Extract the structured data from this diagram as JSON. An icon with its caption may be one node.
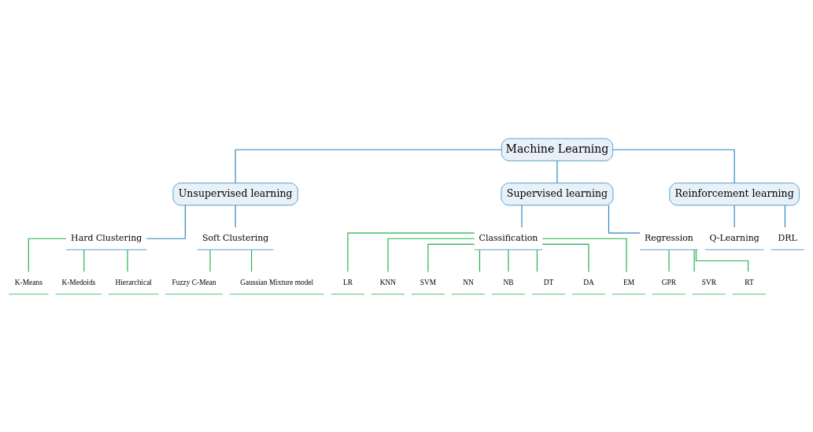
{
  "diagram": {
    "nodes": [
      {
        "text": [
          "Machine Learning"
        ]
      },
      {
        "text": [
          "Unsupervised learning"
        ]
      },
      {
        "text": [
          "Supervised learning"
        ]
      },
      {
        "text": [
          "Reinforcement learning"
        ]
      },
      {
        "text": [
          "Hard Clustering"
        ]
      },
      {
        "text": [
          "Soft Clustering"
        ]
      },
      {
        "text": [
          "Classification"
        ]
      },
      {
        "text": [
          "Regression"
        ]
      },
      {
        "text": [
          "Q-Learning"
        ]
      },
      {
        "text": [
          "DRL"
        ]
      },
      {
        "text": [
          "K-Means"
        ]
      },
      {
        "text": [
          "K-Medoids"
        ]
      },
      {
        "text": [
          "Hierarchical"
        ]
      },
      {
        "text": [
          "Fuzzy C-Mean"
        ]
      },
      {
        "text": [
          "Gaussian Mixture model"
        ]
      },
      {
        "text": [
          "LR"
        ]
      },
      {
        "text": [
          "KNN"
        ]
      },
      {
        "text": [
          "SVM"
        ]
      },
      {
        "text": [
          "NN"
        ]
      },
      {
        "text": [
          "NB"
        ]
      },
      {
        "text": [
          "DT"
        ]
      },
      {
        "text": [
          "DA"
        ]
      },
      {
        "text": [
          "EM"
        ]
      },
      {
        "text": [
          "GPR"
        ]
      },
      {
        "text": [
          "SVR"
        ]
      },
      {
        "text": [
          "RT"
        ]
      }
    ],
    "edges": [
      {
        "from": 0,
        "to": 1,
        "arrow": "none",
        "color": "#2e86c1"
      },
      {
        "from": 0,
        "to": 2,
        "arrow": "none",
        "color": "#2e86c1"
      },
      {
        "from": 0,
        "to": 3,
        "arrow": "none",
        "color": "#2e86c1"
      },
      {
        "from": 1,
        "to": 4,
        "arrow": "none",
        "color": "#2e86c1"
      },
      {
        "from": 1,
        "to": 5,
        "arrow": "none",
        "color": "#2e86c1"
      },
      {
        "from": 2,
        "to": 6,
        "arrow": "none",
        "color": "#2e86c1"
      },
      {
        "from": 2,
        "to": 7,
        "arrow": "none",
        "color": "#2e86c1"
      },
      {
        "from": 3,
        "to": 8,
        "arrow": "none",
        "color": "#2e86c1"
      },
      {
        "from": 3,
        "to": 9,
        "arrow": "none",
        "color": "#2e86c1"
      },
      {
        "from": 4,
        "to": 10,
        "arrow": "none"
      },
      {
        "from": 4,
        "to": 11,
        "arrow": "none"
      },
      {
        "from": 4,
        "to": 12,
        "arrow": "none"
      },
      {
        "from": 5,
        "to": 13,
        "arrow": "none"
      },
      {
        "from": 5,
        "to": 14,
        "arrow": "none"
      },
      {
        "from": 6,
        "to": 15,
        "arrow": "none"
      },
      {
        "from": 6,
        "to": 16,
        "arrow": "none"
      },
      {
        "from": 6,
        "to": 17,
        "arrow": "none"
      },
      {
        "from": 6,
        "to": 18,
        "arrow": "none"
      },
      {
        "from": 6,
        "to": 19,
        "arrow": "none"
      },
      {
        "from": 6,
        "to": 20,
        "arrow": "none"
      },
      {
        "from": 6,
        "to": 21,
        "arrow": "none"
      },
      {
        "from": 6,
        "to": 22,
        "arrow": "none"
      },
      {
        "from": 7,
        "to": 23,
        "arrow": "none"
      },
      {
        "from": 7,
        "to": 24,
        "arrow": "none"
      },
      {
        "from": 7,
        "to": 25,
        "arrow": "none"
      }
    ]
  }
}
